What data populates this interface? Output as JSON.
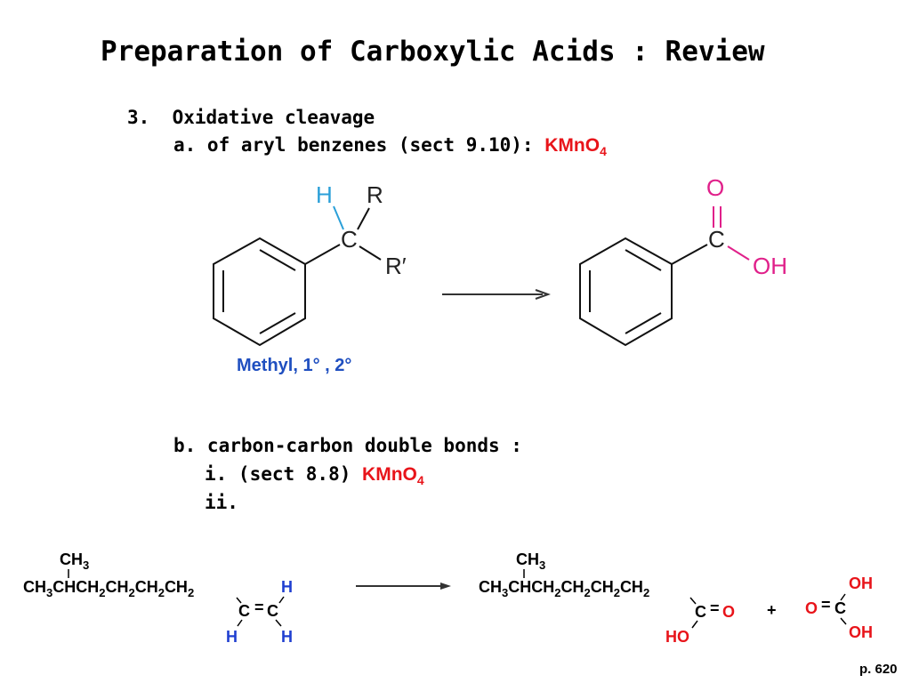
{
  "title": "Preparation of Carboxylic Acids : Review",
  "item3": {
    "number": "3.",
    "heading": "Oxidative cleavage"
  },
  "part_a": {
    "text": "a. of aryl benzenes (sect 9.10):",
    "reagent": "KMnO",
    "reagent_sub": "4"
  },
  "reaction1": {
    "reactant": {
      "h": "H",
      "r": "R",
      "c": "C",
      "r_prime": "R′"
    },
    "product": {
      "o": "O",
      "c": "C",
      "oh": "OH"
    },
    "caption": "Methyl, 1° , 2°"
  },
  "part_b": {
    "text": "b. carbon-carbon double bonds :",
    "i_text": "i. (sect 8.8)",
    "i_reagent": "KMnO",
    "i_reagent_sub": "4",
    "ii_text": "ii."
  },
  "reaction2": {
    "reactant": {
      "branch": "CH",
      "branch_sub": "3",
      "chain_parts": [
        "CH",
        "3",
        "CHCH",
        "2",
        "CH",
        "2",
        "CH",
        "2",
        "CH",
        "2"
      ],
      "h_top": "H",
      "c1": "C",
      "eq": "=",
      "c2": "C",
      "h_left": "H",
      "h_right": "H"
    },
    "product1": {
      "branch": "CH",
      "branch_sub": "3",
      "chain_parts": [
        "CH",
        "3",
        "CHCH",
        "2",
        "CH",
        "2",
        "CH",
        "2",
        "CH",
        "2"
      ],
      "c": "C",
      "eq": "=",
      "o": "O",
      "ho": "HO"
    },
    "plus": "+",
    "product2": {
      "oh_top": "OH",
      "o": "O",
      "eq": "=",
      "c": "C",
      "oh_bottom": "OH"
    }
  },
  "page_number": "p. 620",
  "colors": {
    "heteroatom_pink": "#e0208a",
    "hydrogen_blue": "#2a9fd8",
    "label_blue": "#1f4fc0",
    "reagent_red": "#e8141a"
  }
}
